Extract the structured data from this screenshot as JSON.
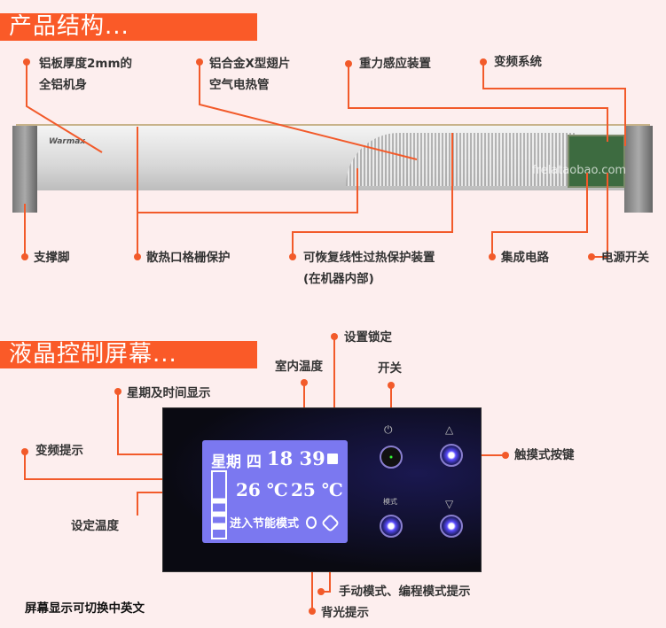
{
  "section1": {
    "title": "产品结构...",
    "labels": {
      "aluminum_plate": [
        "铝板厚度2mm的",
        "全铝机身"
      ],
      "fin_tube": [
        "铝合金X型翅片",
        "空气电热管"
      ],
      "gravity_sensor": "重力感应装置",
      "inverter": "变频系统",
      "support_feet": "支撑脚",
      "grille": "散热口格栅保护",
      "overheat": [
        "可恢复线性过热保护装置",
        "(在机器内部)"
      ],
      "circuit": "集成电路",
      "power_switch": "电源开关"
    },
    "product_logo": "Warmax",
    "watermark": "frelataobao.com"
  },
  "section2": {
    "title": "液晶控制屏幕...",
    "labels": {
      "lock": "设置锁定",
      "room_temp": "室内温度",
      "power": "开关",
      "weekday_time": "星期及时间显示",
      "inverter_hint": "变频提示",
      "touch_keys": "触摸式按键",
      "set_temp": "设定温度",
      "mode_hint": "手动模式、编程模式提示",
      "backlight": "背光提示"
    },
    "lcd": {
      "weekday": "星期 四",
      "time": "18 39",
      "set_temp": "26 ℃",
      "room_temp": "25 ℃",
      "mode_text": "进入节能模式"
    },
    "buttons": {
      "mode_label": "模式",
      "power_symbol": "⏻",
      "up_symbol": "△",
      "down_symbol": "▽"
    },
    "footnote": "屏幕显示可切换中英文"
  },
  "colors": {
    "accent": "#fa5a28",
    "lcd": "#7b78f0"
  }
}
